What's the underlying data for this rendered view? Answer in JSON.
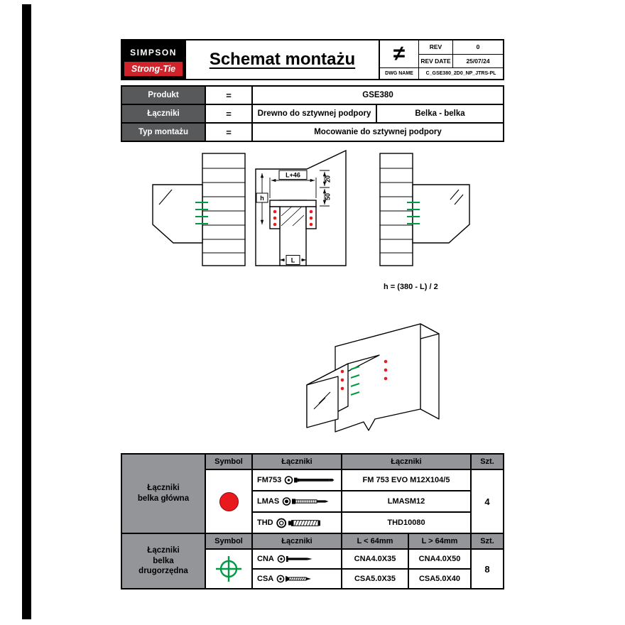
{
  "header": {
    "logo_top": "SIMPSON",
    "logo_bottom": "Strong-Tie",
    "title": "Schemat montażu",
    "not_equal_symbol": "≠",
    "rev": {
      "label": "REV",
      "value": "0"
    },
    "rev_date": {
      "label": "REV DATE",
      "value": "25/07/24"
    },
    "dwg_name": {
      "label": "DWG NAME",
      "value": "C_GSE380_2D0_NP_JTRS-PL"
    }
  },
  "info_table": {
    "rows": [
      {
        "label": "Produkt",
        "eq": "=",
        "value": "GSE380"
      },
      {
        "label": "Łączniki",
        "eq": "=",
        "value_left": "Drewno do sztywnej podpory",
        "value_right": "Belka - belka"
      },
      {
        "label": "Typ montażu",
        "eq": "=",
        "value": "Mocowanie do sztywnej podpory"
      }
    ]
  },
  "diagram": {
    "dim_width_label": "L+46",
    "dim_offset_top": "20",
    "dim_offset_mid": "50",
    "dim_height_label": "h",
    "dim_length_label": "L",
    "formula": "h = (380 - L) / 2"
  },
  "main_beam_table": {
    "category": "Łączniki\nbelka główna",
    "col_symbol": "Symbol",
    "col_fasteners": "Łączniki",
    "col_qty": "Szt.",
    "rows": [
      {
        "code": "FM753",
        "product": "FM 753 EVO M12X104/5"
      },
      {
        "code": "LMAS",
        "product": "LMASM12"
      },
      {
        "code": "THD",
        "product": "THD10080"
      }
    ],
    "qty": "4"
  },
  "secondary_beam_table": {
    "category": "Łączniki\nbelka\ndrugorzędna",
    "col_symbol": "Symbol",
    "col_fasteners": "Łączniki",
    "col_short": "L < 64mm",
    "col_long": "L > 64mm",
    "col_qty": "Szt.",
    "rows": [
      {
        "code": "CNA",
        "short": "CNA4.0X35",
        "long": "CNA4.0X50"
      },
      {
        "code": "CSA",
        "short": "CSA5.0X35",
        "long": "CSA5.0X40"
      }
    ],
    "qty": "8"
  },
  "colors": {
    "bolt_red": "#e8191f",
    "screw_green": "#009a44",
    "logo_red": "#d2232a"
  }
}
